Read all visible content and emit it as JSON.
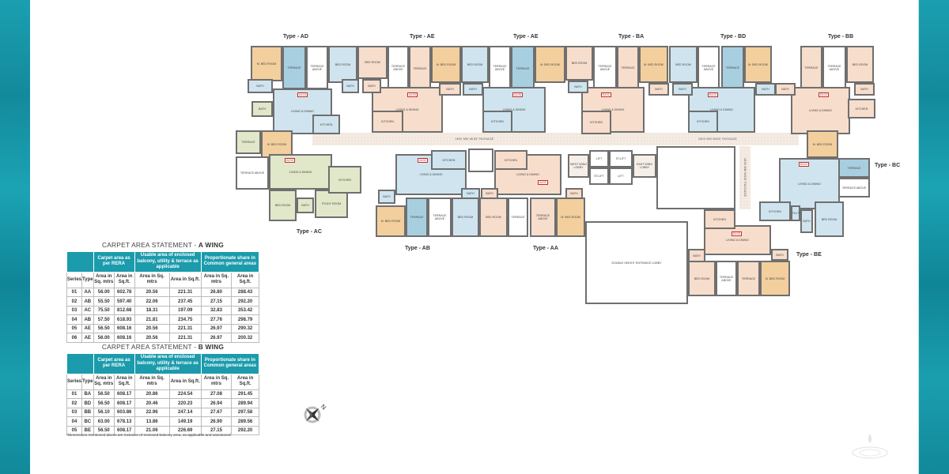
{
  "plan": {
    "passage_labels": [
      "1800 MM WIDE PASSAGE",
      "1800 MM WIDE PASSAGE",
      "1800 MM WIDE PASSAGE"
    ],
    "types": [
      "Type - AD",
      "Type - AE",
      "Type - AE",
      "Type - BA",
      "Type - BD",
      "Type - BB",
      "Type - BC",
      "Type - AC",
      "Type - AB",
      "Type - AA",
      "Type - BE"
    ],
    "units": [
      "A104",
      "A105",
      "A106",
      "B101",
      "B102",
      "B103",
      "A103",
      "A102",
      "A101",
      "B104",
      "B105"
    ],
    "rooms": [
      "M. BED ROOM",
      "TERRACE",
      "TERRACE ABOVE",
      "BATH",
      "LIVING & DINING",
      "KITCHEN",
      "M. BED ROOM",
      "TERRACE",
      "BATH",
      "BED ROOM",
      "BED ROOM",
      "TERRACE ABOVE",
      "TERRACE",
      "LIVING & DINING",
      "KITCHEN",
      "M. BED ROOM",
      "BATH",
      "BATH",
      "BED ROOM",
      "TERRACE ABOVE",
      "TERRACE",
      "LIVING & DINING",
      "KITCHEN",
      "M. BED ROOM",
      "BATH",
      "BATH",
      "BED ROOM",
      "TERRACE ABOVE",
      "TERRACE",
      "M. BED ROOM",
      "LIVING & DINING",
      "KITCHEN",
      "BATH",
      "BATH",
      "BED ROOM",
      "TERRACE ABOVE",
      "TERRACE",
      "M. BED ROOM",
      "LIVING & DINING",
      "KITCHEN",
      "BATH",
      "BATH",
      "TERRACE",
      "TERRACE ABOVE",
      "BED ROOM",
      "LIVING & DINING",
      "KITCHEN",
      "M. BED ROOM",
      "BATH",
      "BATH",
      "TERRACE",
      "TERRACE ABOVE",
      "LIVING & DINING",
      "KITCHEN",
      "BED ROOM",
      "UTILITY",
      "BATH",
      "KITCHEN",
      "LIVING & DINING",
      "BATH",
      "BED ROOM",
      "TERRACE ABOVE",
      "TERRACE",
      "M. BED ROOM",
      "BATH",
      "TERRACE ABOVE",
      "LIVING & DINING",
      "KITCHEN",
      "BED ROOM",
      "BATH",
      "STUDY ROOM",
      "KITCHEN",
      "LIVING & DINING",
      "BATH",
      "M. BED ROOM",
      "TERRACE",
      "TERRACE ABOVE",
      "BED ROOM",
      "BATH",
      "KITCHEN",
      "LIVING & DINING",
      "BATH",
      "BED ROOM",
      "TERRACE",
      "TERRACE ABOVE",
      "M. BED ROOM",
      "BATH",
      "LIFT",
      "ST.LIFT",
      "ST.LIFT",
      "LIFT",
      "WEST WING LOBBY",
      "EAST WING LOBBY",
      "DOUBLE HEIGHT ENTRANCE LOBBY",
      "",
      ""
    ]
  },
  "wing_a": {
    "title_prefix": "CARPET AREA STATEMENT - ",
    "title_bold": "A WING",
    "groups": [
      "Carpet area as per RERA",
      "Usable area of enclosed balcony, utility & terrace as applicable",
      "Proportionate share in Common general areas"
    ],
    "columns": [
      "Series",
      "Type",
      "Area in Sq. mtrs",
      "Area in Sq.ft.",
      "Area in Sq. mtrs",
      "Area in Sq.ft.",
      "Area in Sq. mtrs",
      "Area in Sq.ft."
    ],
    "rows": [
      [
        "01",
        "AA",
        "56.00",
        "602.78",
        "20.56",
        "221.31",
        "26.80",
        "288.43"
      ],
      [
        "02",
        "AB",
        "55.50",
        "597.40",
        "22.06",
        "237.45",
        "27.15",
        "292.20"
      ],
      [
        "03",
        "AC",
        "75.50",
        "812.68",
        "18.31",
        "197.09",
        "32.83",
        "353.42"
      ],
      [
        "04",
        "AB",
        "57.50",
        "618.93",
        "21.81",
        "234.75",
        "27.76",
        "298.79"
      ],
      [
        "05",
        "AE",
        "56.50",
        "608.16",
        "20.56",
        "221.31",
        "26.97",
        "290.32"
      ],
      [
        "06",
        "AE",
        "56.00",
        "608.16",
        "20.56",
        "221.31",
        "26.97",
        "200.32"
      ]
    ]
  },
  "wing_b": {
    "title_prefix": "CARPET AREA STATEMENT - ",
    "title_bold": "B WING",
    "groups": [
      "Carpet area as per RERA",
      "Usable area of enclosed balcony, utility & terrace as applicable",
      "Proportionate share in Common general areas"
    ],
    "columns": [
      "Series",
      "Type",
      "Area in Sq. mtrs",
      "Area in Sq.ft.",
      "Area in Sq. mtrs",
      "Area in Sq.ft.",
      "Area in Sq. mtrs",
      "Area in Sq.ft."
    ],
    "rows": [
      [
        "01",
        "BA",
        "56.50",
        "608.17",
        "20.86",
        "224.54",
        "27.08",
        "291.45"
      ],
      [
        "02",
        "BD",
        "56.50",
        "608.17",
        "20.46",
        "220.23",
        "26.94",
        "289.94"
      ],
      [
        "03",
        "BB",
        "56.10",
        "603.86",
        "22.96",
        "247.14",
        "27.67",
        "297.58"
      ],
      [
        "04",
        "BC",
        "63.00",
        "678.13",
        "13.86",
        "149.19",
        "26.90",
        "289.56"
      ],
      [
        "05",
        "BE",
        "56.50",
        "608.17",
        "21.06",
        "226.69",
        "27.15",
        "292.20"
      ]
    ]
  },
  "footnote": "*Dimensions mentioned above are inclusive of enclosed balcony area, as applicable and sanctioned.",
  "compass": {
    "label": "N"
  },
  "colors": {
    "accent": "#1b9bac",
    "blue_room": "#cfe4ef",
    "peach_room": "#f7ddcc",
    "master_bed": "#f3cf9e",
    "green_room": "#e1e7c9"
  }
}
